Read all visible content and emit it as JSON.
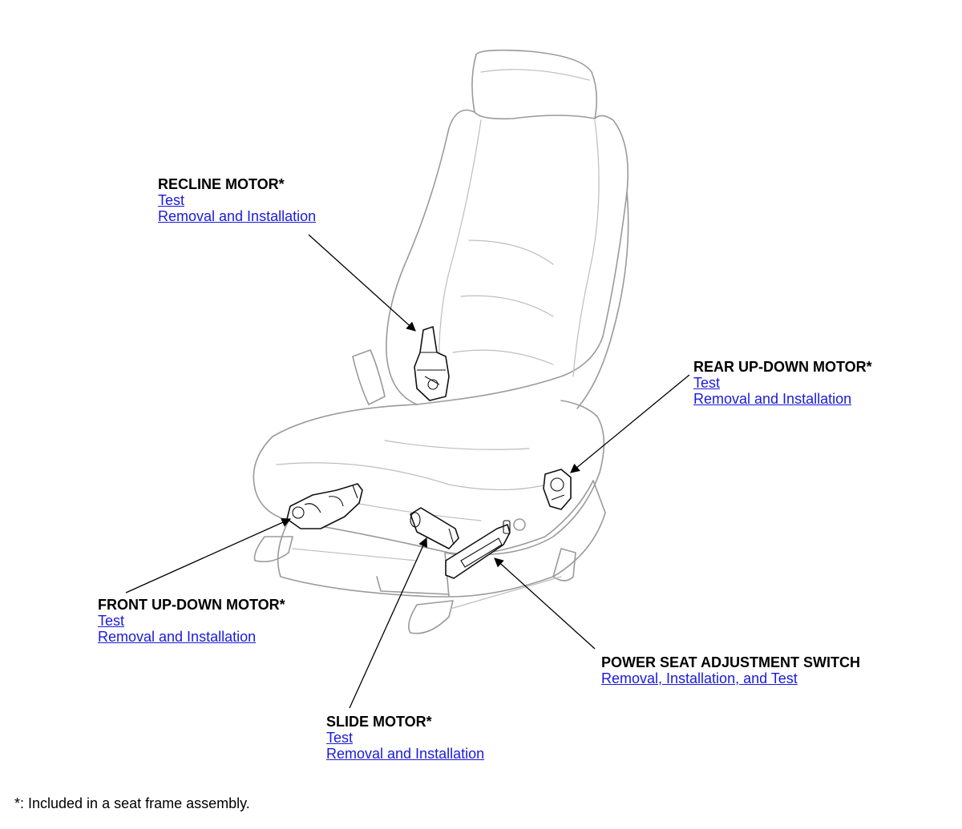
{
  "callouts": {
    "recline": {
      "title": "RECLINE MOTOR*",
      "links": [
        "Test",
        "Removal and Installation"
      ]
    },
    "rear_up_down": {
      "title": "REAR UP-DOWN MOTOR*",
      "links": [
        "Test",
        "Removal and Installation"
      ]
    },
    "front_up_down": {
      "title": "FRONT UP-DOWN MOTOR*",
      "links": [
        "Test",
        "Removal and Installation"
      ]
    },
    "switch": {
      "title": "POWER SEAT ADJUSTMENT SWITCH",
      "links": [
        "Removal, Installation, and Test"
      ]
    },
    "slide": {
      "title": "SLIDE MOTOR*",
      "links": [
        "Test",
        "Removal and Installation"
      ]
    }
  },
  "footnote": "*: Included in a seat frame assembly."
}
